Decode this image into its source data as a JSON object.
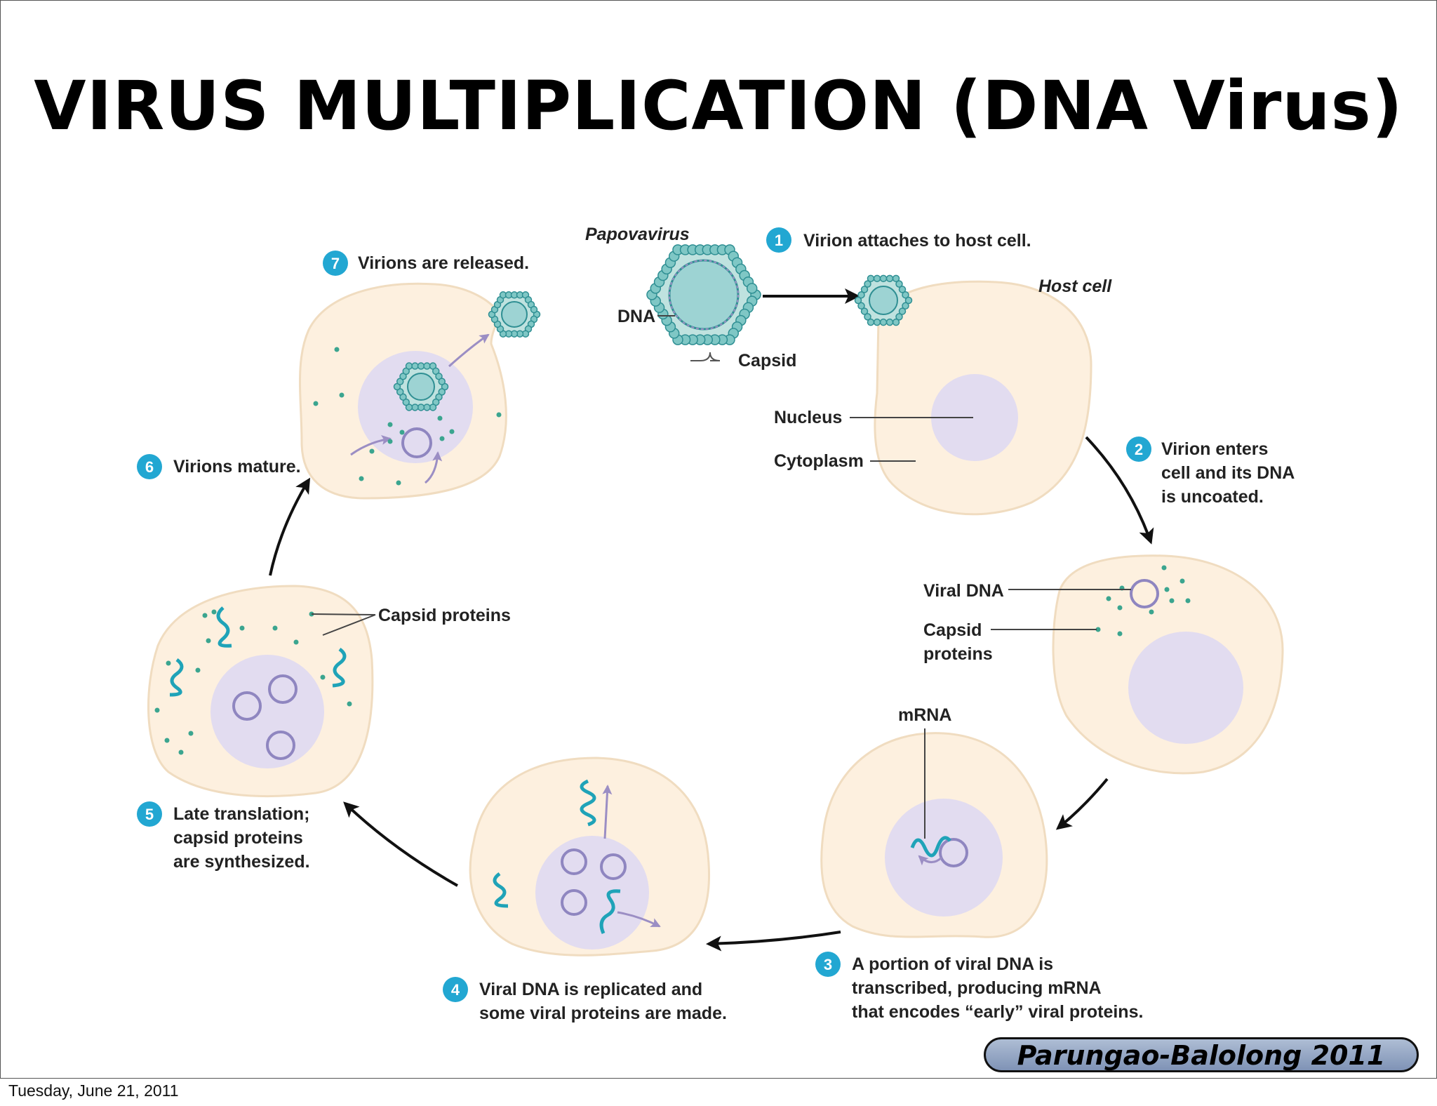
{
  "title": "VIRUS MULTIPLICATION (DNA Virus)",
  "credit": "Parungao-Balolong 2011",
  "footer_date": "Tuesday, June 21, 2011",
  "colors": {
    "cell_fill": "#fdf0df",
    "cell_stroke": "#f0dcc0",
    "nucleus_fill": "#e2dcf0",
    "virus_teal": "#3e9da0",
    "capsomer": "#7fc7c5",
    "step_badge": "#22a7d2",
    "mrna": "#1fa3b8",
    "protein_dot": "#3ba58f",
    "arrow": "#111111",
    "purple_arrow": "#9b8ec4"
  },
  "labels": {
    "papovavirus": "Papovavirus",
    "dna": "DNA",
    "capsid": "Capsid",
    "host_cell": "Host cell",
    "nucleus": "Nucleus",
    "cytoplasm": "Cytoplasm",
    "viral_dna": "Viral DNA",
    "capsid_proteins_1": "Capsid",
    "capsid_proteins_2": "proteins",
    "mrna": "mRNA",
    "capsid_proteins": "Capsid proteins"
  },
  "steps": [
    {
      "num": "1",
      "lines": [
        "Virion attaches to host cell."
      ]
    },
    {
      "num": "2",
      "lines": [
        "Virion enters",
        "cell and its DNA",
        "is uncoated."
      ]
    },
    {
      "num": "3",
      "lines": [
        "A portion of viral DNA is",
        "transcribed, producing mRNA",
        "that encodes “early” viral proteins."
      ]
    },
    {
      "num": "4",
      "lines": [
        "Viral DNA is replicated and",
        "some viral proteins are made."
      ]
    },
    {
      "num": "5",
      "lines": [
        "Late translation;",
        "capsid proteins",
        "are synthesized."
      ]
    },
    {
      "num": "6",
      "lines": [
        "Virions mature."
      ]
    },
    {
      "num": "7",
      "lines": [
        "Virions are released."
      ]
    }
  ]
}
